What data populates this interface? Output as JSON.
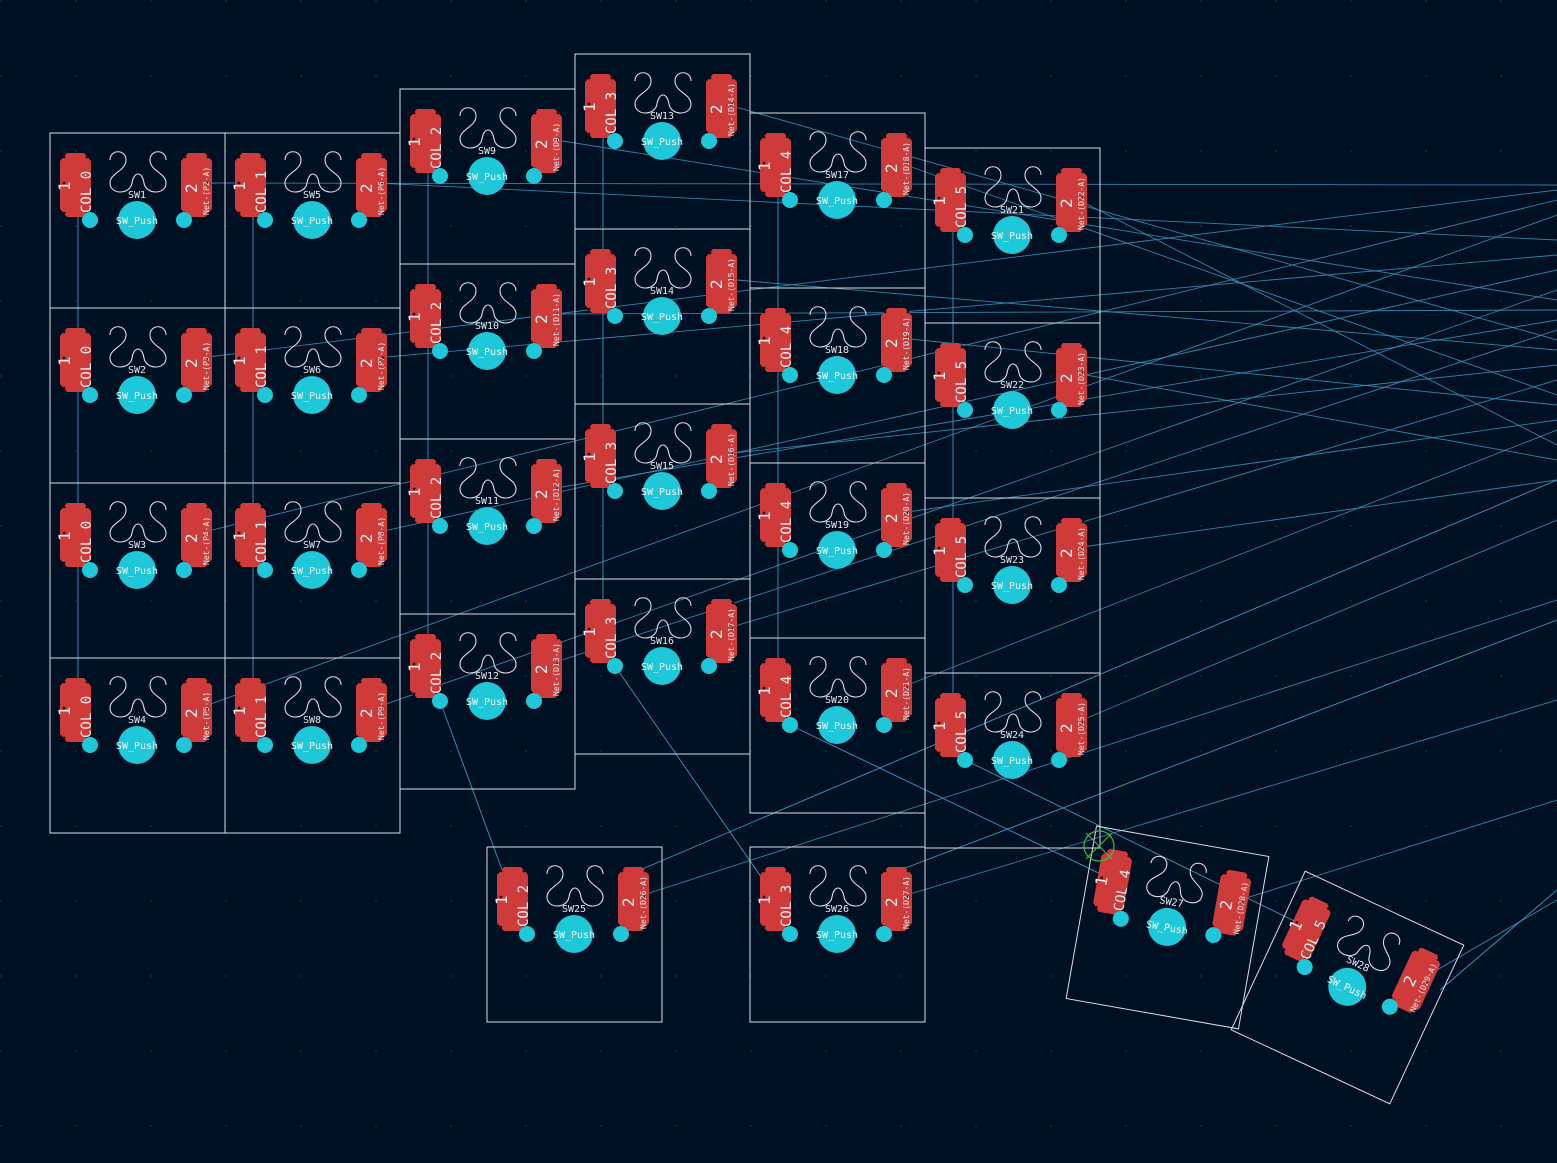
{
  "editor": {
    "background": "#001023",
    "grid_color": "#1d3b2c",
    "outline_color": "#d8dde6",
    "pad_color": "#cf3a3a",
    "hole_color": "#1fc8d8",
    "ratsnest_color": "#3a98c0",
    "origin_marker_color": "#3fbf3f",
    "footprint_value": "SW_Push",
    "pin1_label": "1",
    "pin2_label": "2"
  },
  "switches": [
    {
      "ref": "SW1",
      "col": "COL 0",
      "net": "Net-(P2-A)"
    },
    {
      "ref": "SW2",
      "col": "COL 0",
      "net": "Net-(P3-A)"
    },
    {
      "ref": "SW3",
      "col": "COL 0",
      "net": "Net-(P4-A)"
    },
    {
      "ref": "SW4",
      "col": "COL 0",
      "net": "Net-(P5-A)"
    },
    {
      "ref": "SW5",
      "col": "COL 1",
      "net": "Net-(P6-A)"
    },
    {
      "ref": "SW6",
      "col": "COL 1",
      "net": "Net-(P7-A)"
    },
    {
      "ref": "SW7",
      "col": "COL 1",
      "net": "Net-(P8-A)"
    },
    {
      "ref": "SW8",
      "col": "COL 1",
      "net": "Net-(P9-A)"
    },
    {
      "ref": "SW9",
      "col": "COL 2",
      "net": "Net-(D9-A)"
    },
    {
      "ref": "SW10",
      "col": "COL 2",
      "net": "Net-(D11-A)"
    },
    {
      "ref": "SW11",
      "col": "COL 2",
      "net": "Net-(D12-A)"
    },
    {
      "ref": "SW12",
      "col": "COL 2",
      "net": "Net-(D13-A)"
    },
    {
      "ref": "SW13",
      "col": "COL 3",
      "net": "Net-(D14-A)"
    },
    {
      "ref": "SW14",
      "col": "COL 3",
      "net": "Net-(D15-A)"
    },
    {
      "ref": "SW15",
      "col": "COL 3",
      "net": "Net-(D16-A)"
    },
    {
      "ref": "SW16",
      "col": "COL 3",
      "net": "Net-(D17-A)"
    },
    {
      "ref": "SW17",
      "col": "COL 4",
      "net": "Net-(D18-A)"
    },
    {
      "ref": "SW18",
      "col": "COL 4",
      "net": "Net-(D19-A)"
    },
    {
      "ref": "SW19",
      "col": "COL 4",
      "net": "Net-(D20-A)"
    },
    {
      "ref": "SW20",
      "col": "COL 4",
      "net": "Net-(D21-A)"
    },
    {
      "ref": "SW21",
      "col": "COL 5",
      "net": "Net-(D22-A)"
    },
    {
      "ref": "SW22",
      "col": "COL 5",
      "net": "Net-(D23-A)"
    },
    {
      "ref": "SW23",
      "col": "COL 5",
      "net": "Net-(D24-A)"
    },
    {
      "ref": "SW24",
      "col": "COL 5",
      "net": "Net-(D25-A)"
    },
    {
      "ref": "SW25",
      "col": "COL 2",
      "net": "Net-(D26-A)"
    },
    {
      "ref": "SW26",
      "col": "COL 3",
      "net": "Net-(D27-A)"
    },
    {
      "ref": "SW27",
      "col": "COL 4",
      "net": "Net-(D28-A)"
    },
    {
      "ref": "SW28",
      "col": "COL 5",
      "net": "Net-(D29-A)"
    }
  ]
}
